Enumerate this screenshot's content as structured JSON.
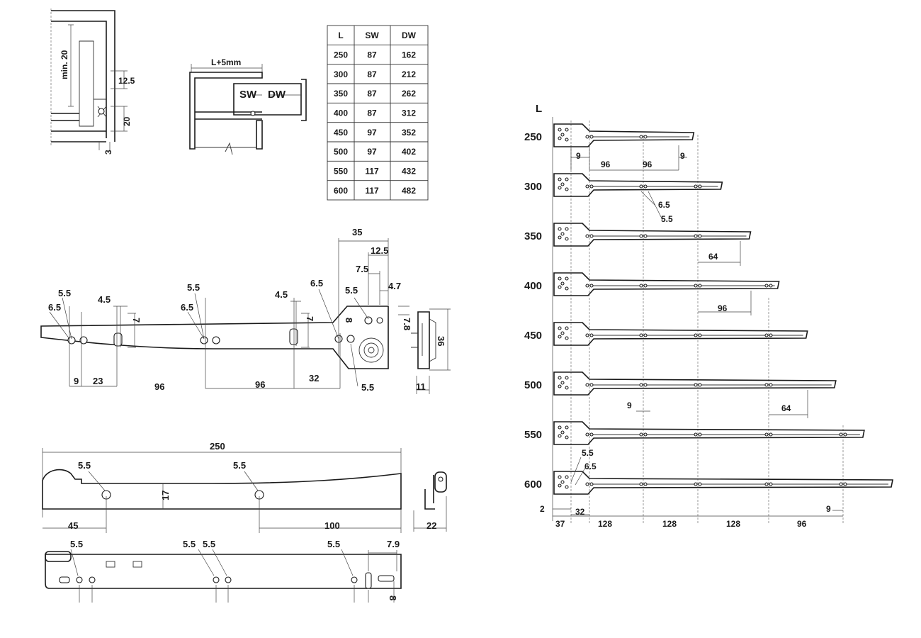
{
  "inset_labels": {
    "min_height": "min. 20",
    "gap_12_5": "12.5",
    "gap_20": "20",
    "gap_3": "3",
    "l_plus": "L+5mm",
    "sw": "SW",
    "dw": "DW"
  },
  "size_table": {
    "headers": [
      "L",
      "SW",
      "DW"
    ],
    "rows": [
      [
        "250",
        "87",
        "162"
      ],
      [
        "300",
        "87",
        "212"
      ],
      [
        "350",
        "87",
        "262"
      ],
      [
        "400",
        "87",
        "312"
      ],
      [
        "450",
        "97",
        "352"
      ],
      [
        "500",
        "97",
        "402"
      ],
      [
        "550",
        "117",
        "432"
      ],
      [
        "600",
        "117",
        "482"
      ]
    ]
  },
  "rail_detail": {
    "d35": "35",
    "d12_5": "12.5",
    "d7_5": "7.5",
    "d4_7": "4.7",
    "d7_8": "7.8",
    "d5_5a": "5.5",
    "d6_5a": "6.5",
    "d4_5a": "4.5",
    "d7a": "7",
    "d5_5b": "5.5",
    "d6_5b": "6.5",
    "d4_5b": "4.5",
    "d7b": "7",
    "d6_5c": "6.5",
    "d5_5c": "5.5",
    "d8": "8",
    "d36": "36",
    "d9": "9",
    "d23": "23",
    "d96a": "96",
    "d96b": "96",
    "d32": "32",
    "d5_5d": "5.5",
    "d11": "11"
  },
  "drawer_rail": {
    "d250": "250",
    "d5_5a": "5.5",
    "d5_5b": "5.5",
    "d17": "17",
    "d45": "45",
    "d100": "100",
    "d22": "22",
    "d5_5c": "5.5",
    "d5_5d": "5.5",
    "d5_5e": "5.5",
    "d5_5f": "5.5",
    "d7_9": "7.9",
    "d8": "8"
  },
  "length_chart": {
    "axis_label": "L",
    "lengths": [
      "250",
      "300",
      "350",
      "400",
      "450",
      "500",
      "550",
      "600"
    ],
    "dims": {
      "r250_9a": "9",
      "r250_96a": "96",
      "r250_96b": "96",
      "r250_9b": "9",
      "r300_6_5": "6.5",
      "r300_5_5": "5.5",
      "r350_64": "64",
      "r400_96": "96",
      "r500_9": "9",
      "r500_64": "64",
      "r600_5_5": "5.5",
      "r600_6_5": "6.5",
      "b2": "2",
      "b32": "32",
      "b9": "9",
      "b37": "37",
      "b128a": "128",
      "b128b": "128",
      "b128c": "128",
      "b96": "96"
    }
  }
}
